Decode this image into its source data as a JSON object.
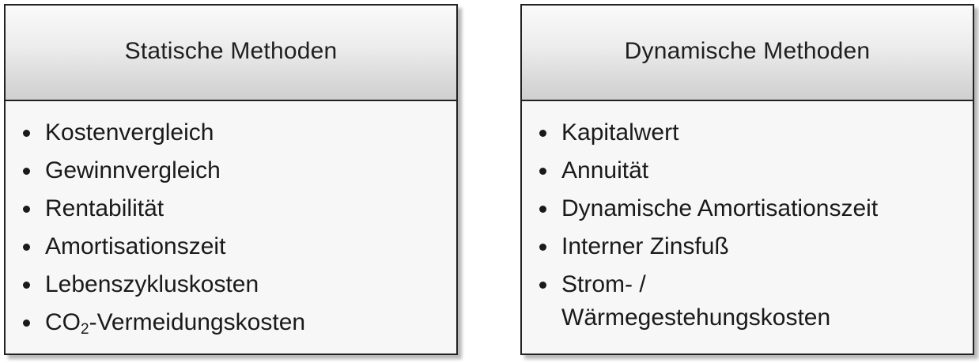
{
  "left_panel": {
    "title": "Statische Methoden",
    "items": [
      "Kostenvergleich",
      "Gewinnvergleich",
      "Rentabilität",
      "Amortisationszeit",
      "Lebenszykluskosten"
    ],
    "co2_item": {
      "prefix": "CO",
      "subscript": "2",
      "suffix": "-Vermeidungskosten"
    }
  },
  "right_panel": {
    "title": "Dynamische Methoden",
    "items": [
      "Kapitalwert",
      "Annuität",
      "Dynamische Amortisationszeit",
      "Interner Zinsfuß"
    ],
    "last_item_line1": "Strom- /",
    "last_item_line2": "Wärmegestehungskosten"
  }
}
